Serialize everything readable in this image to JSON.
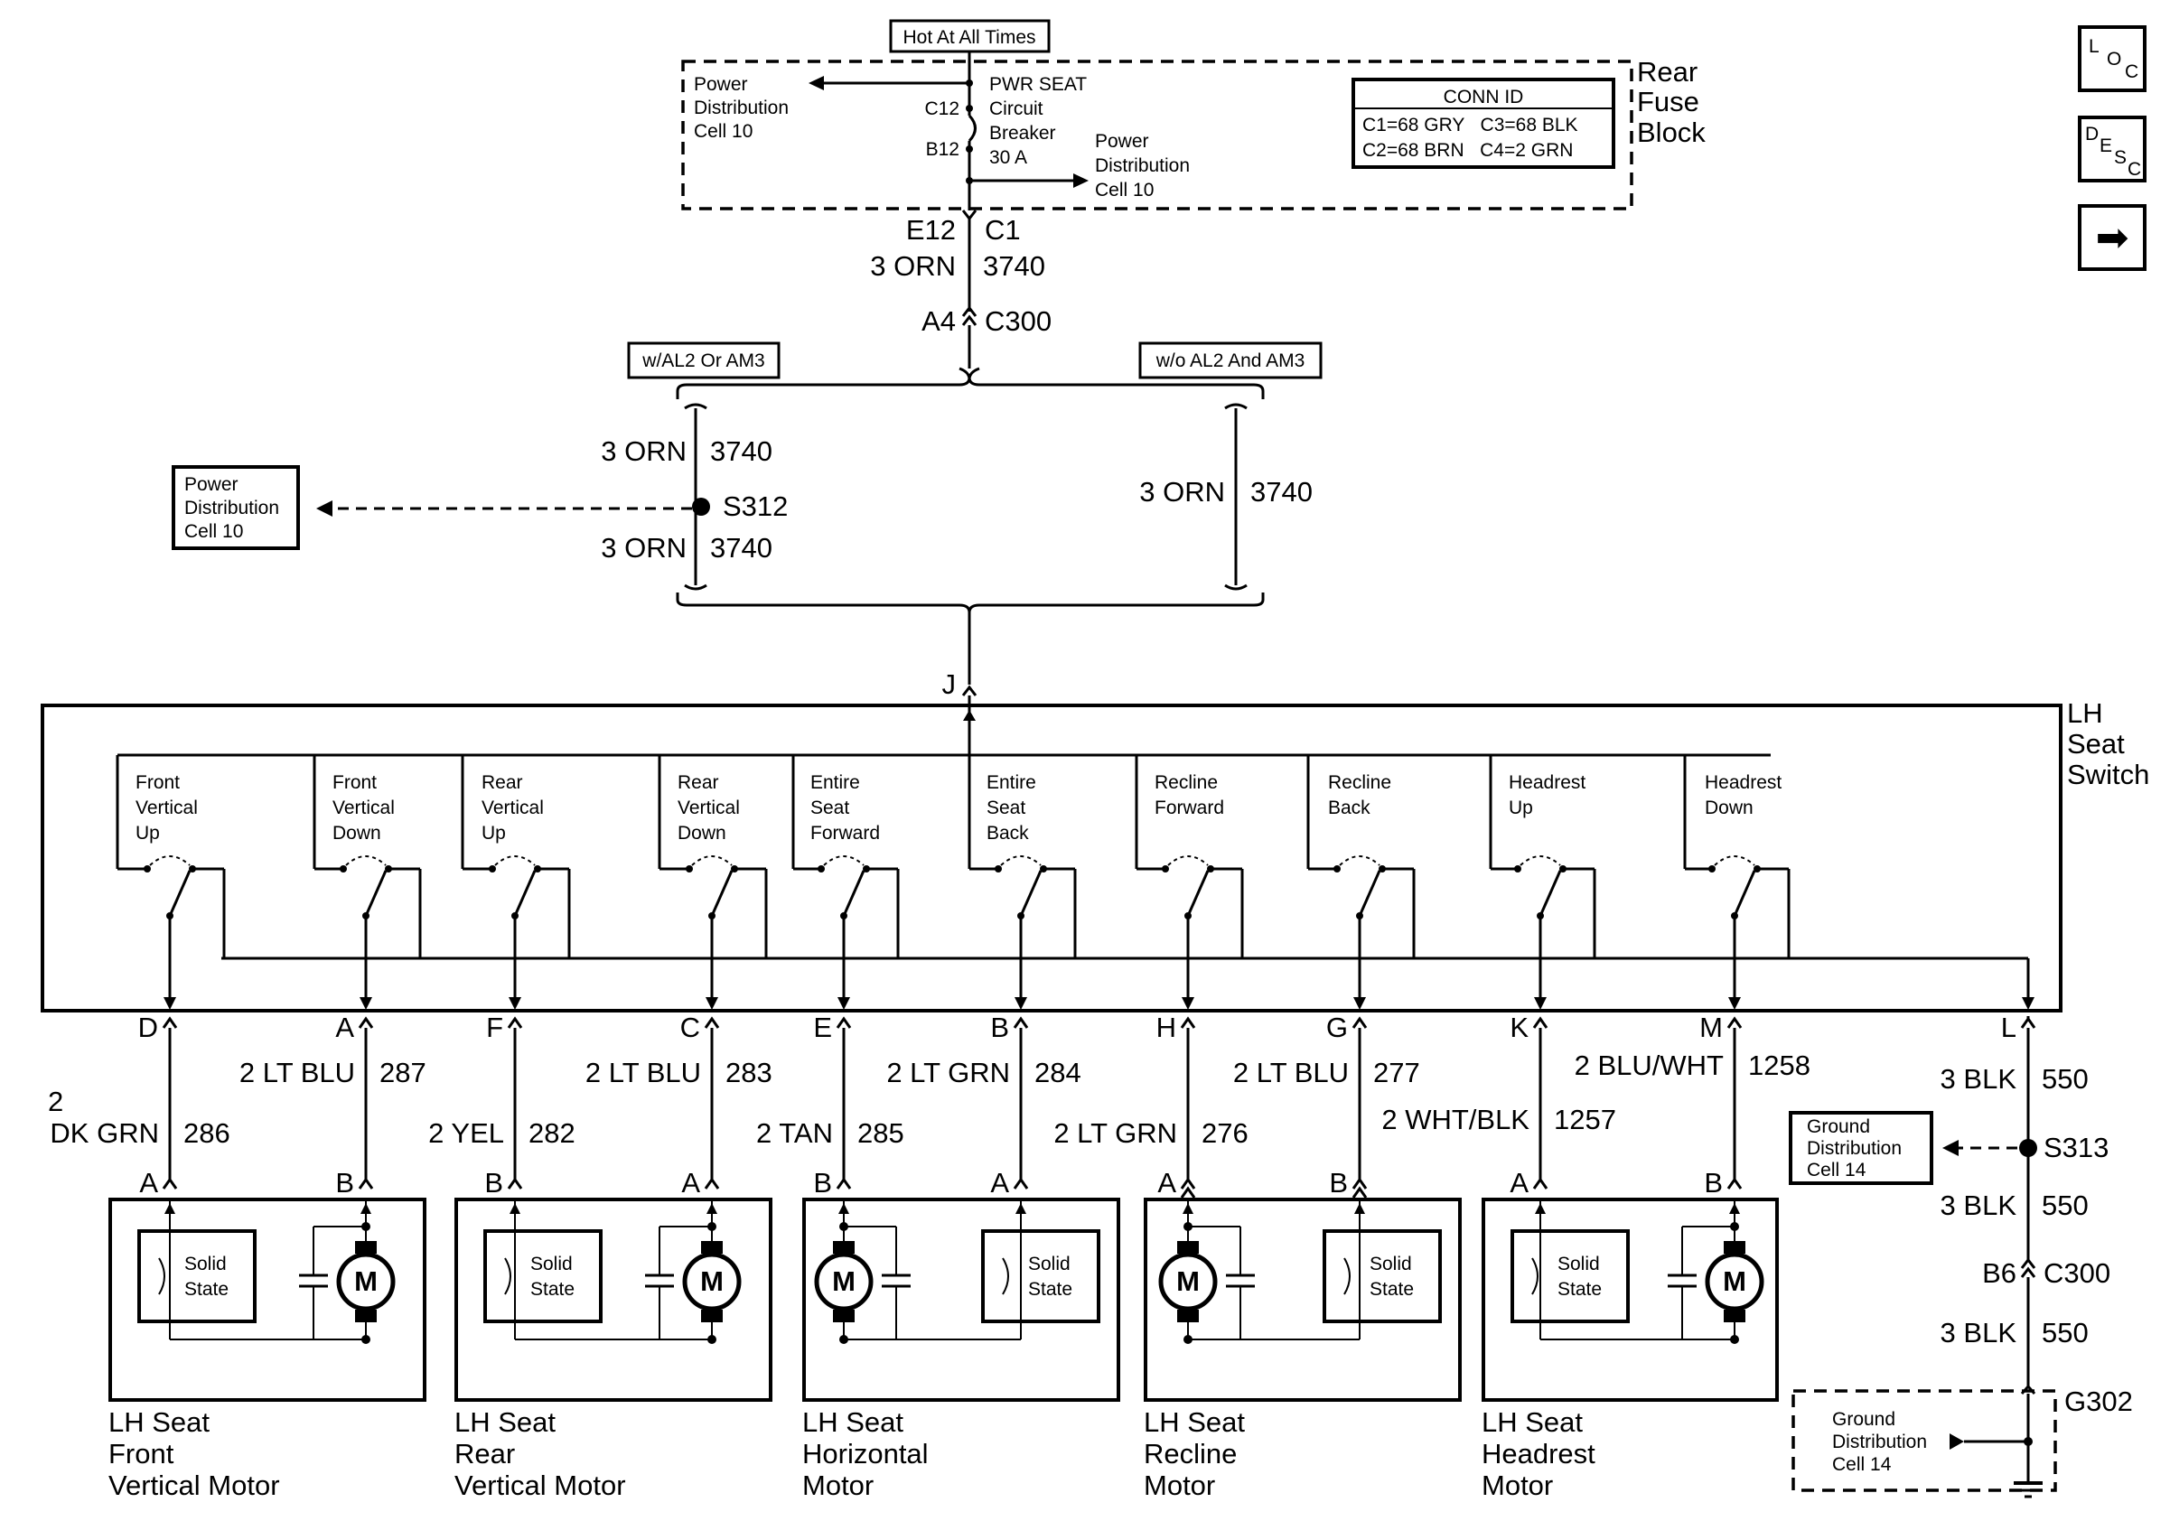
{
  "fuse_block": {
    "header": "Hot At All Times",
    "name_lines": [
      "Rear",
      "Fuse",
      "Block"
    ],
    "breaker_lines": [
      "PWR SEAT",
      "Circuit",
      "Breaker",
      "30 A"
    ],
    "pin_in": "C12",
    "pin_out": "B12",
    "feed_left_lines": [
      "Power",
      "Distribution",
      "Cell 10"
    ],
    "feed_right_lines": [
      "Power",
      "Distribution",
      "Cell 10"
    ],
    "conn_id": {
      "title": "CONN ID",
      "rows": [
        "C1=68 GRY   C3=68 BLK",
        "C2=68 BRN   C4=2 GRN"
      ]
    }
  },
  "feed": {
    "pin": "E12",
    "connector": "C1",
    "wire": "3 ORN",
    "circuit": "3740",
    "inline_pin": "A4",
    "inline_connector": "C300"
  },
  "options": {
    "left": "w/AL2 Or AM3",
    "right": "w/o AL2 And AM3"
  },
  "splice_s312": {
    "name": "S312",
    "wire_top": "3 ORN",
    "circuit_top": "3740",
    "wire_bottom": "3 ORN",
    "circuit_bottom": "3740",
    "ref_lines": [
      "Power",
      "Distribution",
      "Cell 10"
    ]
  },
  "alt_path": {
    "wire": "3 ORN",
    "circuit": "3740"
  },
  "switch": {
    "input_pin": "J",
    "name_lines": [
      "LH",
      "Seat",
      "Switch"
    ],
    "positions": [
      [
        "Front",
        "Vertical",
        "Up"
      ],
      [
        "Front",
        "Vertical",
        "Down"
      ],
      [
        "Rear",
        "Vertical",
        "Up"
      ],
      [
        "Rear",
        "Vertical",
        "Down"
      ],
      [
        "Entire",
        "Seat",
        "Forward"
      ],
      [
        "Entire",
        "Seat",
        "Back"
      ],
      [
        "Recline",
        "Forward"
      ],
      [
        "Recline",
        "Back"
      ],
      [
        "Headrest",
        "Up"
      ],
      [
        "Headrest",
        "Down"
      ]
    ]
  },
  "outputs": [
    {
      "pin": "D",
      "wire_lines": [
        "2",
        "DK GRN"
      ],
      "circuit": "286",
      "motor_pin": "A"
    },
    {
      "pin": "A",
      "wire_lines": [
        "2 LT BLU"
      ],
      "circuit": "287",
      "motor_pin": "B"
    },
    {
      "pin": "F",
      "wire_lines": [
        "2 YEL"
      ],
      "circuit": "282",
      "motor_pin": "B"
    },
    {
      "pin": "C",
      "wire_lines": [
        "2 LT BLU"
      ],
      "circuit": "283",
      "motor_pin": "A"
    },
    {
      "pin": "E",
      "wire_lines": [
        "2 TAN"
      ],
      "circuit": "285",
      "motor_pin": "B"
    },
    {
      "pin": "B",
      "wire_lines": [
        "2 LT GRN"
      ],
      "circuit": "284",
      "motor_pin": "A"
    },
    {
      "pin": "H",
      "wire_lines": [
        "2 LT GRN"
      ],
      "circuit": "276",
      "motor_pin": "A"
    },
    {
      "pin": "G",
      "wire_lines": [
        "2 LT BLU"
      ],
      "circuit": "277",
      "motor_pin": "B"
    },
    {
      "pin": "K",
      "wire_lines": [
        "2 WHT/BLK"
      ],
      "circuit": "1257",
      "motor_pin": "A"
    },
    {
      "pin": "M",
      "wire_lines": [
        "2 BLU/WHT"
      ],
      "circuit": "1258",
      "motor_pin": "B"
    }
  ],
  "motors": [
    {
      "name_lines": [
        "LH Seat",
        "Front",
        "Vertical Motor"
      ],
      "solid_state_lines": [
        "Solid",
        "State"
      ],
      "motor_symbol": "M"
    },
    {
      "name_lines": [
        "LH Seat",
        "Rear",
        "Vertical Motor"
      ],
      "solid_state_lines": [
        "Solid",
        "State"
      ],
      "motor_symbol": "M"
    },
    {
      "name_lines": [
        "LH Seat",
        "Horizontal",
        "Motor"
      ],
      "solid_state_lines": [
        "Solid",
        "State"
      ],
      "motor_symbol": "M"
    },
    {
      "name_lines": [
        "LH Seat",
        "Recline",
        "Motor"
      ],
      "solid_state_lines": [
        "Solid",
        "State"
      ],
      "motor_symbol": "M"
    },
    {
      "name_lines": [
        "LH Seat",
        "Headrest",
        "Motor"
      ],
      "solid_state_lines": [
        "Solid",
        "State"
      ],
      "motor_symbol": "M"
    }
  ],
  "ground": {
    "pin": "L",
    "wire": "3 BLK",
    "circuit": "550",
    "splice": "S313",
    "splice_ref_lines": [
      "Ground",
      "Distribution",
      "Cell 14"
    ],
    "inline_pin": "B6",
    "inline_connector": "C300",
    "ground_point": "G302",
    "ground_ref_lines": [
      "Ground",
      "Distribution",
      "Cell 14"
    ]
  },
  "nav_buttons": {
    "loc": [
      "L",
      "O",
      "C"
    ],
    "desc": [
      "D",
      "E",
      "S",
      "C"
    ],
    "next": "➡"
  }
}
